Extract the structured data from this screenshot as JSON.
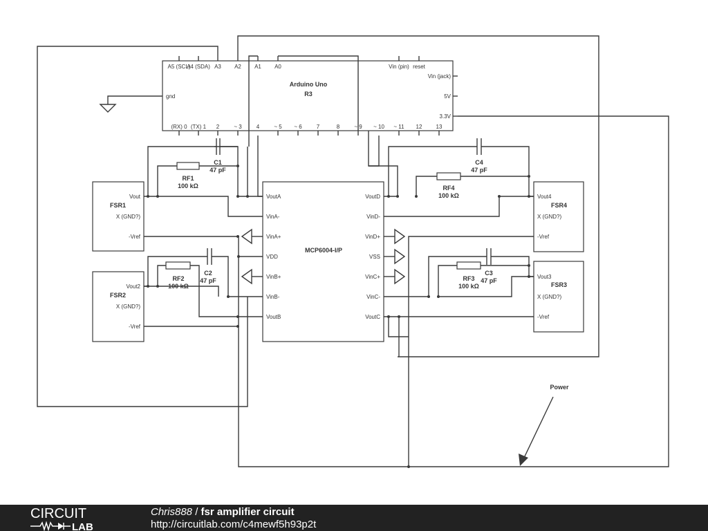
{
  "arduino": {
    "name": "Arduino Uno",
    "rev": "R3",
    "top_pins": [
      "A5 (SCL)",
      "A4 (SDA)",
      "A3",
      "A2",
      "A1",
      "A0",
      "Vin (pin)",
      "reset"
    ],
    "right_pins": [
      "Vin (jack)",
      "5V",
      "3.3V"
    ],
    "left_pin": "gnd",
    "bottom_pins": [
      "(RX) 0",
      "(TX) 1",
      "2",
      "~ 3",
      "4",
      "~ 5",
      "~ 6",
      "7",
      "8",
      "~ 9",
      "~ 10",
      "~ 11",
      "12",
      "13"
    ]
  },
  "opamp": {
    "name": "MCP6004-I/P",
    "left_pins": [
      "VoutA",
      "VinA-",
      "VinA+",
      "VDD",
      "VinB+",
      "VinB-",
      "VoutB"
    ],
    "right_pins": [
      "VoutD",
      "VinD-",
      "VinD+",
      "VSS",
      "VinC+",
      "VinC-",
      "VoutC"
    ]
  },
  "fsr1": {
    "name": "FSR1",
    "pins": [
      "Vout",
      "X (GND?)",
      "-Vref"
    ]
  },
  "fsr2": {
    "name": "FSR2",
    "pins": [
      "Vout2",
      "X (GND?)",
      "-Vref"
    ]
  },
  "fsr3": {
    "name": "FSR3",
    "pins": [
      "Vout3",
      "X (GND?)",
      "-Vref"
    ]
  },
  "fsr4": {
    "name": "FSR4",
    "pins": [
      "Vout4",
      "X (GND?)",
      "-Vref"
    ]
  },
  "parts": {
    "c1": {
      "name": "C1",
      "value": "47 pF"
    },
    "c2": {
      "name": "C2",
      "value": "47 pF"
    },
    "c3": {
      "name": "C3",
      "value": "47 pF"
    },
    "c4": {
      "name": "C4",
      "value": "47 pF"
    },
    "rf1": {
      "name": "RF1",
      "value": "100 kΩ"
    },
    "rf2": {
      "name": "RF2",
      "value": "100 kΩ"
    },
    "rf3": {
      "name": "RF3",
      "value": "100 kΩ"
    },
    "rf4": {
      "name": "RF4",
      "value": "100 kΩ"
    }
  },
  "power_label": "Power",
  "footer": {
    "logo_top": "CIRCUIT",
    "logo_bottom": "LAB",
    "author": "Chris888",
    "separator": " / ",
    "title": "fsr amplifier circuit",
    "url": "http://circuitlab.com/c4mewf5h93p2t"
  },
  "colors": {
    "line": "#3a3a3a",
    "footer_bg": "#222222"
  }
}
